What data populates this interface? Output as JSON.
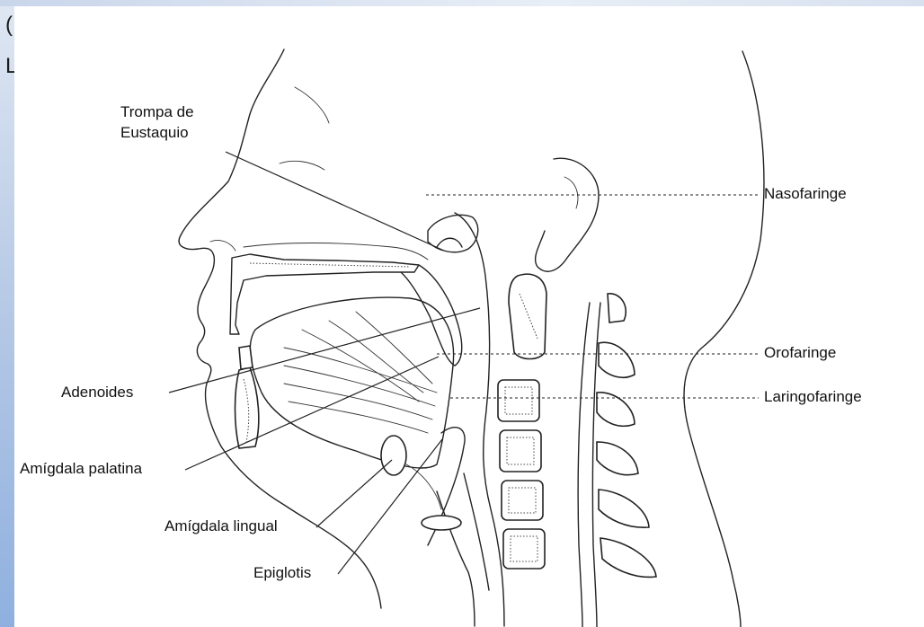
{
  "slide": {
    "title_fragment_line1": "(",
    "title_fragment_line2": "L"
  },
  "figure": {
    "labels": {
      "trompa_line1": "Trompa de",
      "trompa_line2": "Eustaquio",
      "nasofaringe": "Nasofaringe",
      "orofaringe": "Orofaringe",
      "laringofaringe": "Laringofaringe",
      "adenoides": "Adenoides",
      "amigdala_palatina": "Amígdala palatina",
      "amigdala_lingual": "Amígdala lingual",
      "epiglotis": "Epiglotis"
    }
  },
  "colors": {
    "slide_background_top": "#dfe7f3",
    "slide_background_bottom": "#8fb0df",
    "figure_background": "#ffffff",
    "line_art": "#222222"
  }
}
